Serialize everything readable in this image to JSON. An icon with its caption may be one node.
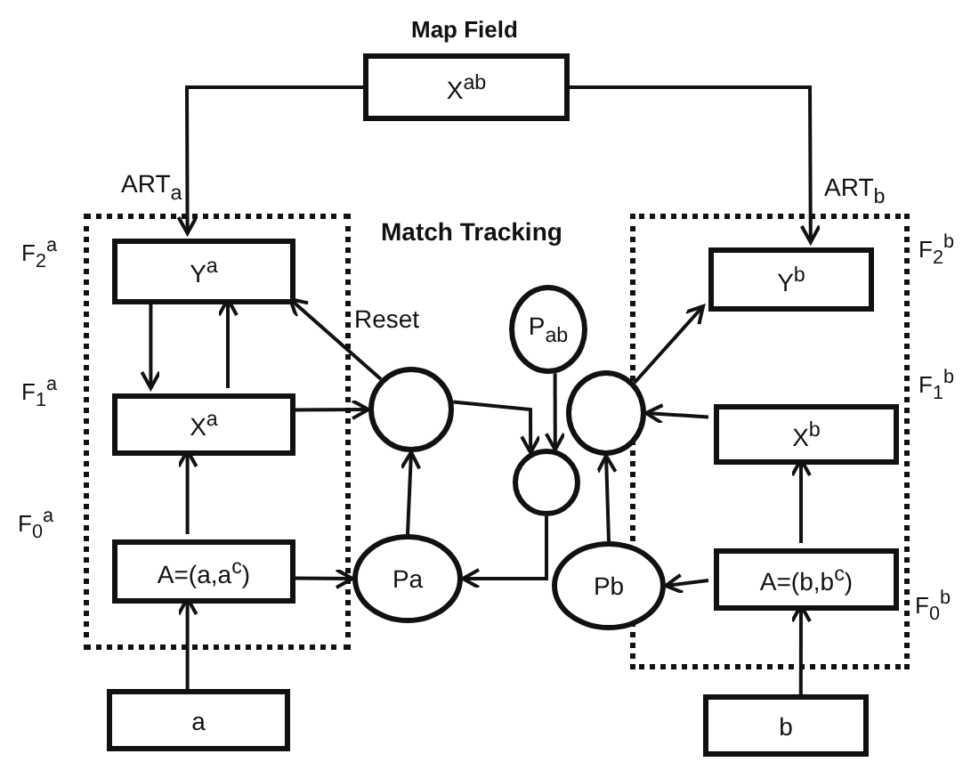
{
  "diagram": {
    "nodes": [
      {
        "text": [
          "X$^{ab}$"
        ],
        "beside": [
          "Map Field"
        ]
      },
      {
        "text": [
          "ART$_{a}$"
        ]
      },
      {
        "text": [
          "Y$^{a}$"
        ],
        "in": 1
      },
      {
        "text": [
          "X$^{a}$"
        ],
        "in": 1
      },
      {
        "text": [
          "A=(a,a$^{c}$)"
        ],
        "in": 1
      },
      {
        "text": [
          "a"
        ]
      },
      {
        "text": [
          "ART$_{b}$"
        ]
      },
      {
        "text": [
          "Y$^{b}$"
        ],
        "in": 6
      },
      {
        "text": [
          "X$^{b}$"
        ],
        "in": 6
      },
      {
        "text": [
          "A=(b,b$^{c}$)"
        ],
        "in": 6
      },
      {
        "text": [
          "b"
        ]
      },
      {
        "text": [],
        "shape": "circle"
      },
      {
        "text": [
          "P$_{ab}$"
        ]
      },
      {
        "text": [],
        "shape": "circle"
      },
      {
        "text": [],
        "shape": "circle"
      },
      {
        "text": [
          "Pa"
        ]
      },
      {
        "text": [
          "Pb"
        ]
      }
    ],
    "edges": [
      {
        "from": 0,
        "to": 2,
        "arrow": "to"
      },
      {
        "from": 0,
        "to": 7,
        "arrow": "to"
      },
      {
        "from": 2,
        "to": 3,
        "arrow": "to"
      },
      {
        "from": 3,
        "to": 2,
        "arrow": "to"
      },
      {
        "from": 4,
        "to": 3,
        "arrow": "to"
      },
      {
        "from": 5,
        "to": 4,
        "arrow": "to"
      },
      {
        "from": 4,
        "to": 15,
        "arrow": "to"
      },
      {
        "from": 3,
        "to": 11,
        "arrow": "to"
      },
      {
        "from": 15,
        "to": 11,
        "arrow": "to"
      },
      {
        "from": 11,
        "to": 2,
        "arrow": "to",
        "label": "Reset"
      },
      {
        "from": 11,
        "to": 13,
        "arrow": "to"
      },
      {
        "from": 12,
        "to": 13,
        "arrow": "to"
      },
      {
        "from": 13,
        "to": 15,
        "arrow": "to"
      },
      {
        "from": 14,
        "to": 7,
        "arrow": "to"
      },
      {
        "from": 8,
        "to": 14,
        "arrow": "to"
      },
      {
        "from": 16,
        "to": 14,
        "arrow": "to"
      },
      {
        "from": 9,
        "to": 8,
        "arrow": "to"
      },
      {
        "from": 10,
        "to": 9,
        "arrow": "to"
      },
      {
        "from": 9,
        "to": 16,
        "arrow": "to"
      }
    ],
    "labels": [
      "Match Tracking",
      "F$_{2}$$^{a}$",
      "F$_{1}$$^{a}$",
      "F$_{0}$$^{a}$",
      "F$_{2}$$^{b}$",
      "F$_{1}$$^{b}$",
      "F$_{0}$$^{b}$"
    ]
  }
}
